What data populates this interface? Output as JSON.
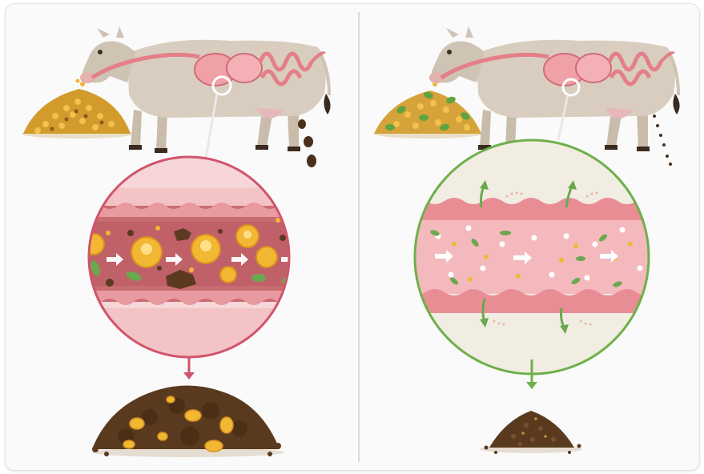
{
  "figure": {
    "type": "comparison-illustration",
    "panels": [
      {
        "id": "left",
        "accent": "#d0546a",
        "feed_icon": "grain-pile-icon",
        "animal_icon": "cow-with-intestines-icon",
        "zoom_icon": "intestine-closeup-icon",
        "output_icon": "manure-pile-with-undigested-grain-icon"
      },
      {
        "id": "right",
        "accent": "#6db04a",
        "feed_icon": "grain-and-leaf-pile-icon",
        "animal_icon": "cow-with-intestines-icon",
        "zoom_icon": "intestine-closeup-icon",
        "output_icon": "small-manure-pile-icon"
      }
    ],
    "colors": {
      "cow_body": "#d8cdbf",
      "intestine": "#f0a1a7",
      "grain": "#f2b733",
      "manure": "#5a3a1e",
      "divider": "#cfcfcf"
    }
  }
}
